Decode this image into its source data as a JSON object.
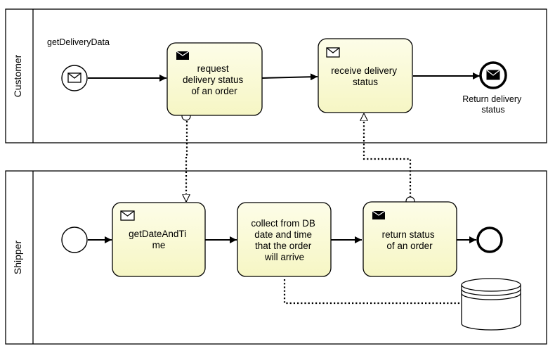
{
  "pools": [
    {
      "id": "customer",
      "label": "Customer"
    },
    {
      "id": "shipper",
      "label": "Shipper"
    }
  ],
  "events": {
    "customer_start_label": "getDeliveryData",
    "customer_end_label_lines": [
      "Return delivery",
      "status"
    ]
  },
  "tasks": {
    "request": [
      "request",
      "delivery status",
      "of an order"
    ],
    "receive": [
      "receive delivery",
      "status"
    ],
    "getdate": [
      "getDateAndTi",
      "me"
    ],
    "collect": [
      "collect from DB",
      "date and time",
      "that the order",
      "will arrive"
    ],
    "return": [
      "return status",
      "of an order"
    ]
  },
  "colors": {
    "task_fill": "#fafad2",
    "task_fill_top": "#fdfde8",
    "stroke": "#000000",
    "background": "#ffffff"
  },
  "icons": {
    "message_start": "envelope-icon",
    "message_end": "filled-envelope-icon",
    "send_task": "filled-envelope-icon",
    "receive_task": "envelope-icon",
    "datastore": "cylinder-icon"
  }
}
